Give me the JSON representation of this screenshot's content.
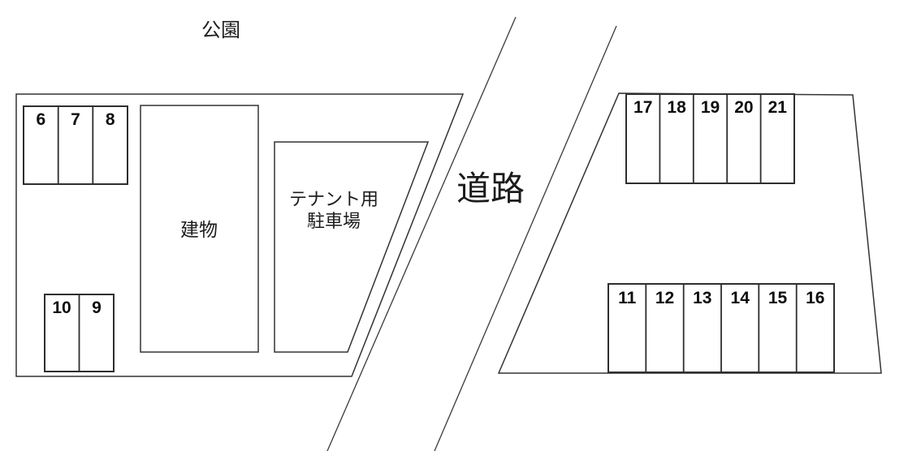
{
  "labels": {
    "park": "公園",
    "road": "道路",
    "building": "建物",
    "tenant_parking_line1": "テナント用",
    "tenant_parking_line2": "駐車場"
  },
  "left_lot": {
    "top_block": {
      "spaces": [
        "6",
        "7",
        "8"
      ]
    },
    "bottom_block": {
      "spaces": [
        "10",
        "9"
      ]
    }
  },
  "right_lot": {
    "top_block": {
      "spaces": [
        "17",
        "18",
        "19",
        "20",
        "21"
      ]
    },
    "bottom_block": {
      "spaces": [
        "11",
        "12",
        "13",
        "14",
        "15",
        "16"
      ]
    }
  },
  "colors": {
    "background": "#ffffff",
    "line": "#333333",
    "text": "#111111"
  }
}
